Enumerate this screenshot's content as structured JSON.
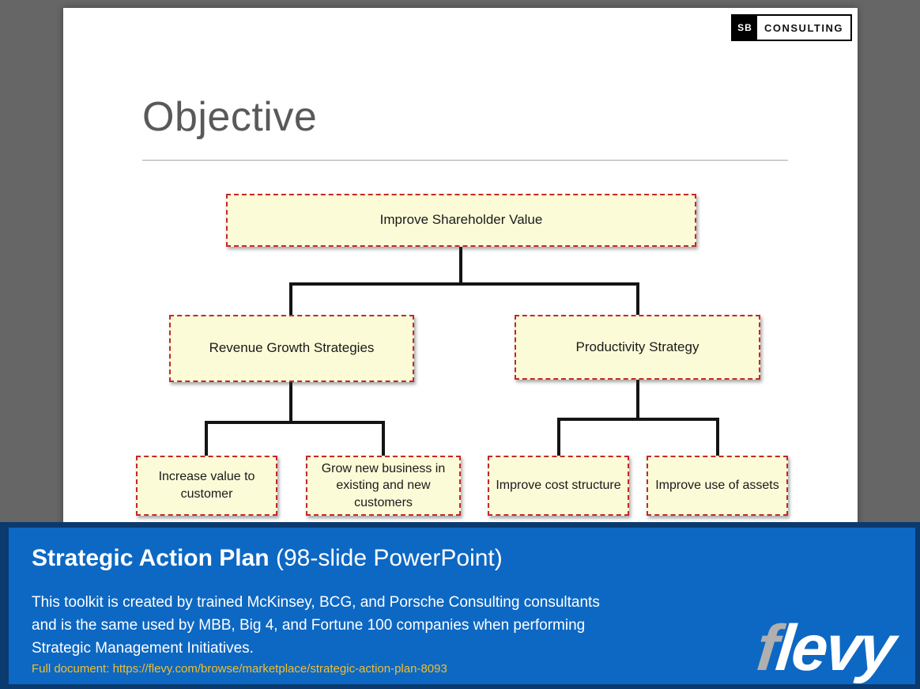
{
  "colors": {
    "frame_gray": "#666666",
    "banner_blue": "#0D68C3",
    "banner_border_navy": "#0B3A6E",
    "link_gold": "#F0BE30",
    "box_fill": "#FBFBD8",
    "box_border_red": "#C52828",
    "title_gray": "#595959",
    "flevy_f_gray": "#B0B0B0",
    "connector_black": "#141414"
  },
  "consulting_badge": {
    "initials": "SB",
    "label": "CONSULTING"
  },
  "slide": {
    "title": "Objective",
    "diagram": {
      "root": {
        "label": "Improve Shareholder Value"
      },
      "branches": [
        {
          "label": "Revenue Growth Strategies",
          "children": [
            {
              "label": "Increase value to customer"
            },
            {
              "label": "Grow new business in existing and new customers"
            }
          ]
        },
        {
          "label": "Productivity Strategy",
          "children": [
            {
              "label": "Improve cost structure"
            },
            {
              "label": "Improve use of assets"
            }
          ]
        }
      ]
    }
  },
  "banner": {
    "title_bold": "Strategic Action Plan",
    "title_suffix": "(98-slide PowerPoint)",
    "description_lines": [
      "This toolkit is created by trained McKinsey, BCG, and Porsche Consulting consultants",
      "and is the same used by MBB, Big 4, and Fortune 100 companies when performing",
      "Strategic Management Initiatives."
    ],
    "link_prefix": "Full document:",
    "link_url": "https://flevy.com/browse/marketplace/strategic-action-plan-8093"
  },
  "flevy_logo": {
    "f": "f",
    "levy": "levy"
  }
}
